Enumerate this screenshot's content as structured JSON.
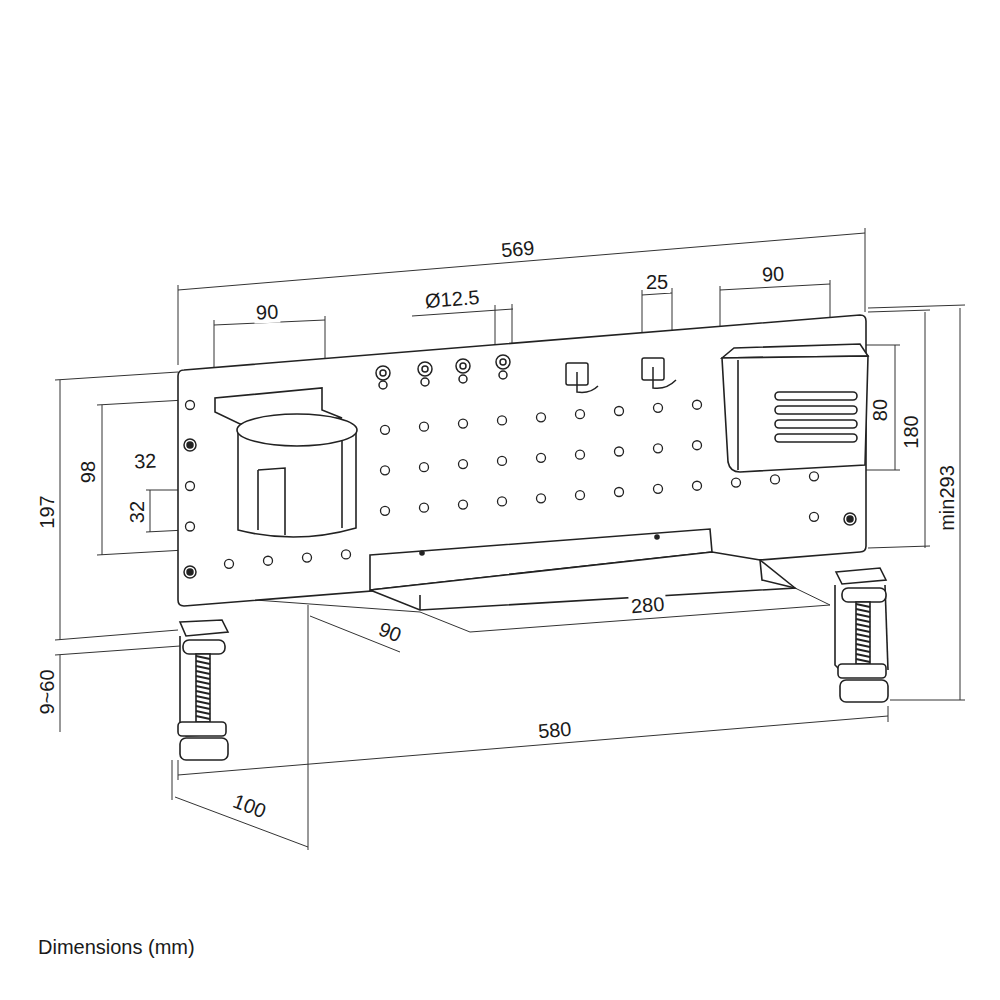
{
  "diagram": {
    "caption": "Dimensions (mm)",
    "labels": [
      "569",
      "90",
      "Ø12.5",
      "25",
      "90",
      "32",
      "98",
      "32",
      "197",
      "80",
      "180",
      "min293",
      "90",
      "280",
      "9~60",
      "580",
      "100"
    ]
  }
}
